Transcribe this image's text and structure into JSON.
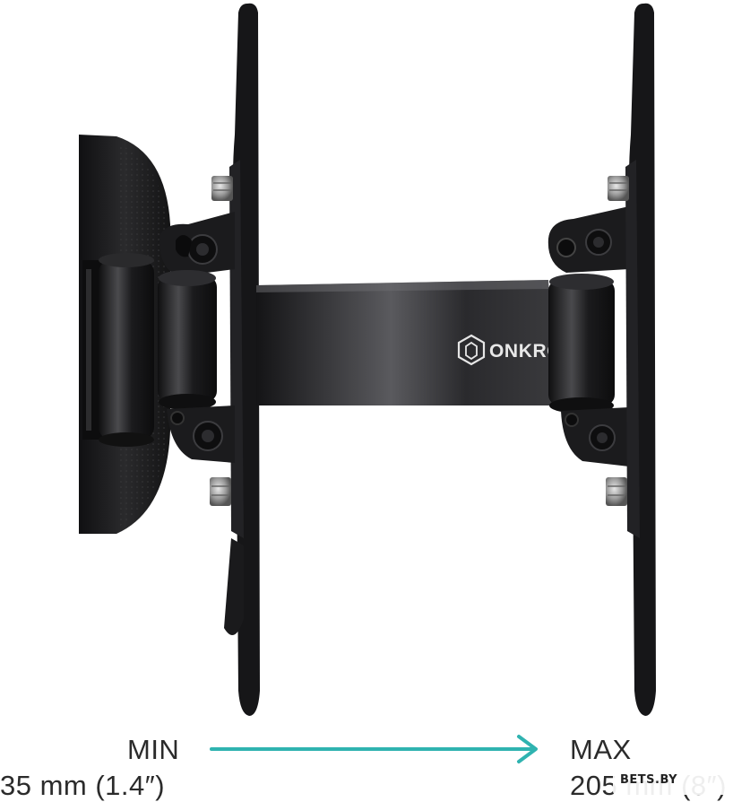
{
  "product": {
    "brand_label": "ONKRON",
    "brand_icon": "onkron-cube-logo-icon"
  },
  "range": {
    "min_title": "MIN",
    "min_value": "35 mm (1.4″)",
    "max_title": "MAX",
    "max_value": "205 mm (8″)"
  },
  "colors": {
    "arrow": "#2fb3b0",
    "metal": "#1e1e20",
    "text": "#2b2b2b"
  },
  "watermark": {
    "text": "BETS.BY"
  }
}
